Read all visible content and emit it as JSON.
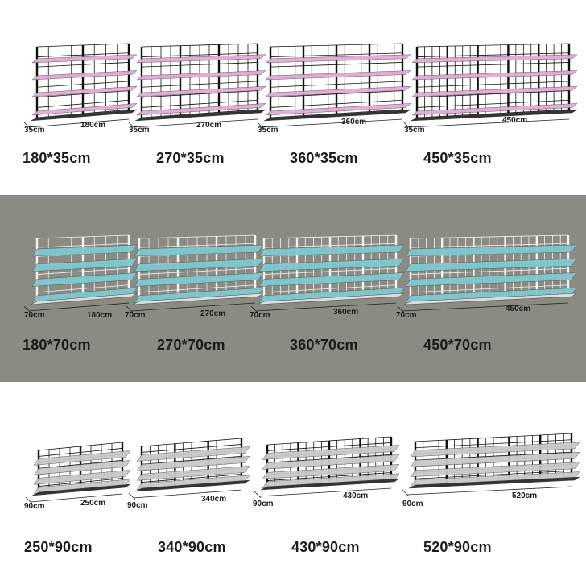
{
  "colors": {
    "band_top": "#ffffff",
    "band_middle": "#8b8b83",
    "band_bottom": "#ffffff",
    "pink_shelf": "#e6a9d9",
    "blue_shelf": "#7fc8cf",
    "grey_shelf": "#c9c9c9",
    "black_frame": "#111111",
    "white_frame": "#f2f2f2"
  },
  "rows": [
    {
      "items": [
        {
          "width_label": "180cm",
          "depth_label": "35cm",
          "caption": "180*35cm"
        },
        {
          "width_label": "270cm",
          "depth_label": "35cm",
          "caption": "270*35cm"
        },
        {
          "width_label": "360cm",
          "depth_label": "35cm",
          "caption": "360*35cm"
        },
        {
          "width_label": "450cm",
          "depth_label": "35cm",
          "caption": "450*35cm"
        }
      ]
    },
    {
      "items": [
        {
          "width_label": "180cm",
          "depth_label": "70cm",
          "caption": "180*70cm"
        },
        {
          "width_label": "270cm",
          "depth_label": "70cm",
          "caption": "270*70cm"
        },
        {
          "width_label": "360cm",
          "depth_label": "70cm",
          "caption": "360*70cm"
        },
        {
          "width_label": "450cm",
          "depth_label": "70cm",
          "caption": "450*70cm"
        }
      ]
    },
    {
      "items": [
        {
          "width_label": "250cm",
          "depth_label": "90cm",
          "caption": "250*90cm"
        },
        {
          "width_label": "340cm",
          "depth_label": "90cm",
          "caption": "340*90cm"
        },
        {
          "width_label": "430cm",
          "depth_label": "90cm",
          "caption": "430*90cm"
        },
        {
          "width_label": "520cm",
          "depth_label": "90cm",
          "caption": "520*90cm"
        }
      ]
    }
  ]
}
